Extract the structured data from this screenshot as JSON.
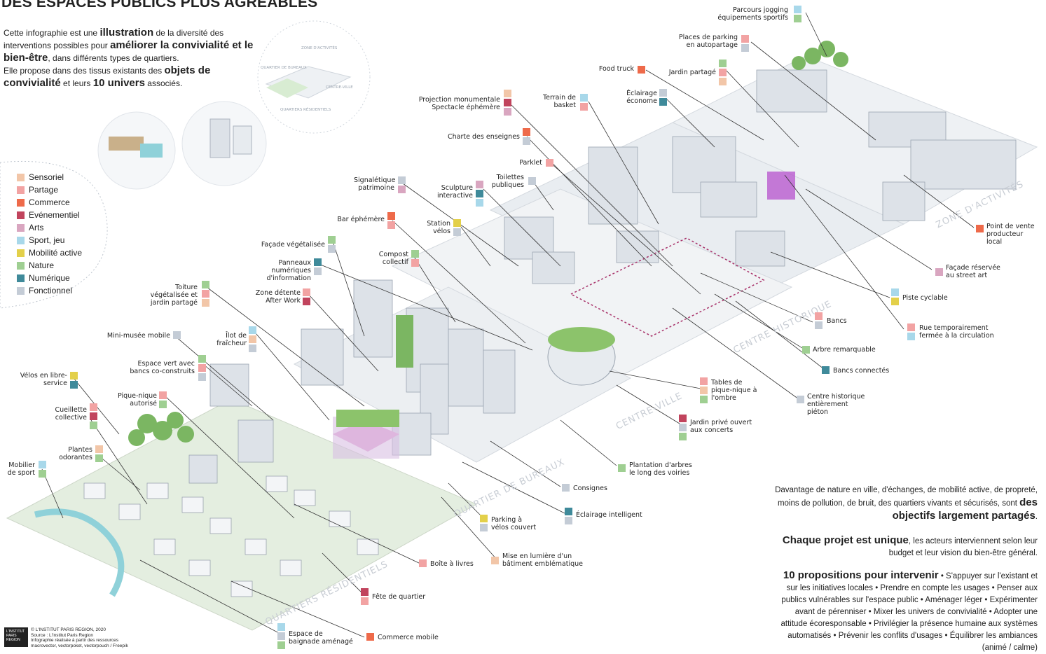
{
  "title": "DES ESPACES PUBLICS PLUS AGRÉABLES",
  "intro": {
    "p1a": "Cette infographie est une ",
    "p1b": "illustration",
    "p1c": " de la diversité des interventions possibles pour ",
    "p1d": "améliorer la convivialité et le bien-être",
    "p1e": ", dans différents types de quartiers.",
    "p2a": "Elle propose dans des tissus existants des ",
    "p2b": "objets de convivialité",
    "p2c": " et leurs ",
    "p2d": "10 univers",
    "p2e": " associés."
  },
  "legend": [
    {
      "label": "Sensoriel",
      "color": "#f2c6a8"
    },
    {
      "label": "Partage",
      "color": "#f2a3a3"
    },
    {
      "label": "Commerce",
      "color": "#ee6a4a"
    },
    {
      "label": "Evénementiel",
      "color": "#c1445d"
    },
    {
      "label": "Arts",
      "color": "#d9a6c0"
    },
    {
      "label": "Sport, jeu",
      "color": "#a8d8ea"
    },
    {
      "label": "Mobilité active",
      "color": "#e3d04a"
    },
    {
      "label": "Nature",
      "color": "#9fcf92"
    },
    {
      "label": "Numérique",
      "color": "#3f8a9a"
    },
    {
      "label": "Fonctionnel",
      "color": "#c4ccd6"
    }
  ],
  "zones": {
    "activites": "ZONE D'ACTIVITÉS",
    "historique": "CENTRE HISTORIQUE",
    "ville": "CENTRE-VILLE",
    "bureaux": "QUARTIER DE BUREAUX",
    "residentiels": "QUARTIERS RÉSIDENTIELS"
  },
  "mini_zones": {
    "bureaux": "QUARTIER DE BUREAUX",
    "activites": "ZONE D'ACTIVITÉS",
    "ville": "CENTRE-VILLE",
    "residentiels": "QUARTIERS RÉSIDENTIELS"
  },
  "labels": {
    "parcours": "Parcours jogging équipements sportifs",
    "parking": "Places de parking en autopartage",
    "jardin_partage": "Jardin partagé",
    "food_truck": "Food truck",
    "eclairage_eco": "Éclairage économe",
    "terrain": "Terrain de basket",
    "projection": "Projection monumentale Spectacle éphémère",
    "charte": "Charte des enseignes",
    "parklet": "Parklet",
    "toilettes": "Toilettes publiques",
    "signaletique": "Signalétique patrimoine",
    "sculpture": "Sculpture interactive",
    "bar": "Bar éphémère",
    "station": "Station vélos",
    "facade_veg": "Façade végétalisée",
    "compost": "Compost collectif",
    "panneaux": "Panneaux numériques d'information",
    "toiture": "Toiture végétalisée et jardin partagé",
    "zone_detente": "Zone détente After Work",
    "mini_musee": "Mini-musée mobile",
    "ilot": "Îlot de fraîcheur",
    "velos_libre": "Vélos en libre-service",
    "espace_vert": "Espace vert avec bancs co-construits",
    "pique_nique": "Pique-nique autorisé",
    "cueillette": "Cueillette collective",
    "plantes": "Plantes odorantes",
    "mobilier": "Mobilier de sport",
    "point_vente": "Point de vente producteur local",
    "facade_art": "Façade réservée au street art",
    "piste": "Piste cyclable",
    "bancs": "Bancs",
    "rue_temp": "Rue temporairement fermée à la circulation",
    "arbre": "Arbre remarquable",
    "bancs_co": "Bancs connectés",
    "tables": "Tables de pique-nique à l'ombre",
    "centre_pieton": "Centre historique entièrement piéton",
    "jardin_prive": "Jardin privé ouvert aux concerts",
    "plantation": "Plantation d'arbres le long des voiries",
    "consignes": "Consignes",
    "eclairage_int": "Éclairage intelligent",
    "parking_velos": "Parking à vélos couvert",
    "mise_lumiere": "Mise en lumière d'un bâtiment emblématique",
    "boite": "Boîte à livres",
    "fete": "Fête de quartier",
    "baignade": "Espace de baignade aménagé",
    "commerce_mobile": "Commerce mobile"
  },
  "bottom": {
    "p1": "Davantage de nature en ville, d'échanges, de mobilité active, de propreté, moins de pollution, de bruit, des quartiers vivants et sécurisés, sont ",
    "p1b": "des objectifs largement partagés",
    "p1c": ".",
    "p2a": "Chaque projet est unique",
    "p2b": ", les acteurs interviennent selon leur budget et leur vision du bien-être général.",
    "p3a": "10 propositions pour intervenir",
    "p3b": " • S'appuyer sur l'existant et sur les initiatives locales • Prendre en compte les usages • Penser aux publics vulnérables sur l'espace public • Aménager léger • Expérimenter avant de pérenniser • Mixer les univers de convivialité • Adopter une attitude écoresponsable • Privilégier la présence humaine aux systèmes automatisés • Prévenir les conflits d'usages • Équilibrer les ambiances (animé / calme)"
  },
  "credit": {
    "logo": "L'INSTITUT PARIS REGION",
    "l1": "© L'INSTITUT PARIS REGION, 2020",
    "l2": "Source : L'Institut Paris Region",
    "l3": "Infographie réalisée à partir des ressources",
    "l4": "macrovector, vectorpoket, vectorpouch / Freepik"
  }
}
